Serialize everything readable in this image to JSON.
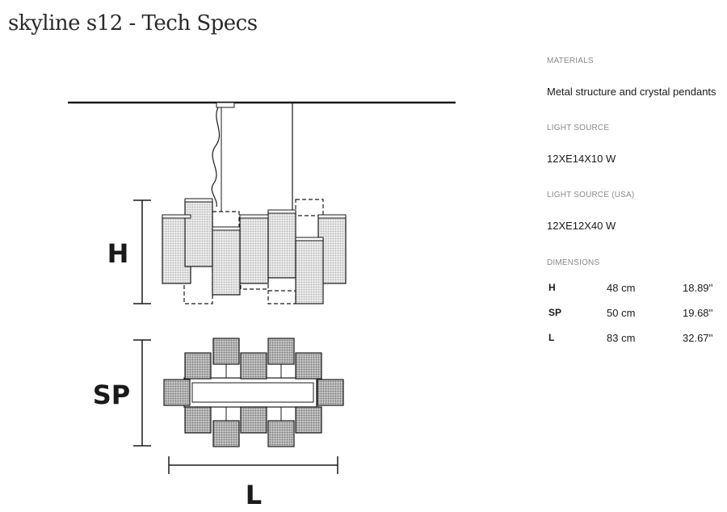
{
  "page": {
    "title": "skyline s12 - Tech Specs"
  },
  "diagram": {
    "label_h": "H",
    "label_sp": "SP",
    "label_l": "L"
  },
  "specs": {
    "materials_label": "MATERIALS",
    "materials_value": "Metal structure and crystal pendants",
    "light_source_label": "LIGHT SOURCE",
    "light_source_value": "12XE14X10 W",
    "light_source_usa_label": "LIGHT SOURCE (USA)",
    "light_source_usa_value": "12XE12X40 W",
    "dimensions_label": "DIMENSIONS",
    "dimensions": [
      {
        "key": "H",
        "cm": "48 cm",
        "in": "18.89''"
      },
      {
        "key": "SP",
        "cm": "50 cm",
        "in": "19.68''"
      },
      {
        "key": "L",
        "cm": "83 cm",
        "in": "32.67''"
      }
    ]
  },
  "colors": {
    "line": "#1a1a1a",
    "label": "#8a8a8a",
    "crystal": "#dcdcdc"
  }
}
